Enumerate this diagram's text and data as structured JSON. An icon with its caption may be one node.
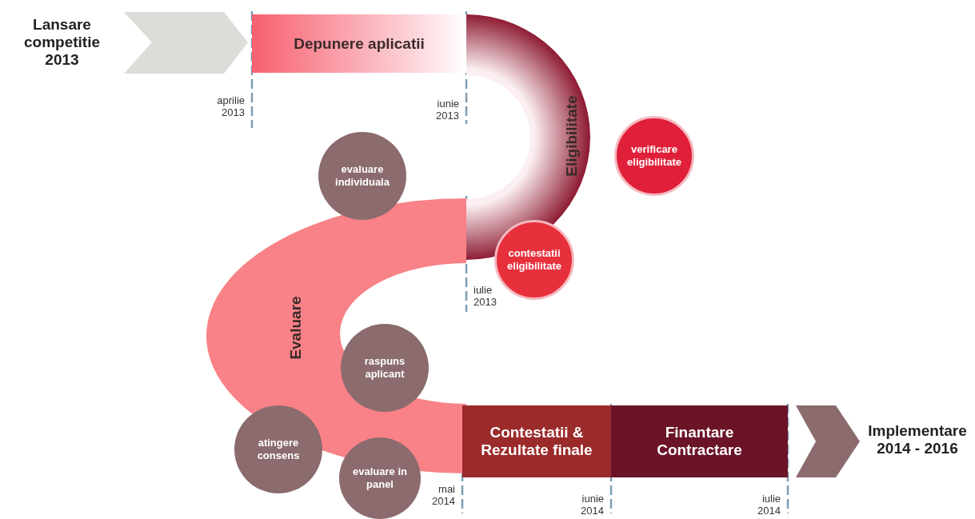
{
  "diagram": {
    "nodes": [
      {
        "text": [
          "Depunere aplicatii"
        ]
      },
      {
        "text": [
          "Eligibilitate"
        ]
      },
      {
        "text": [
          "verificare eligibilitate"
        ]
      },
      {
        "text": [
          "contestatii eligibilitate"
        ]
      },
      {
        "text": [
          "evaluare individuala"
        ]
      },
      {
        "text": [
          "Evaluare"
        ]
      },
      {
        "text": [
          "raspuns aplicant"
        ]
      },
      {
        "text": [
          "atingere consens"
        ]
      },
      {
        "text": [
          "evaluare in panel"
        ]
      },
      {
        "text": [
          "Contestatii & Rezultate finale"
        ]
      },
      {
        "text": [
          "Finantare Contractare"
        ]
      }
    ],
    "labels": [
      "Lansare competitie 2013",
      "aprilie 2013",
      "iunie 2013",
      "iulie 2013",
      "mai 2014",
      "iunie 2014",
      "iulie 2014",
      "Implementare 2014 - 2016"
    ]
  }
}
